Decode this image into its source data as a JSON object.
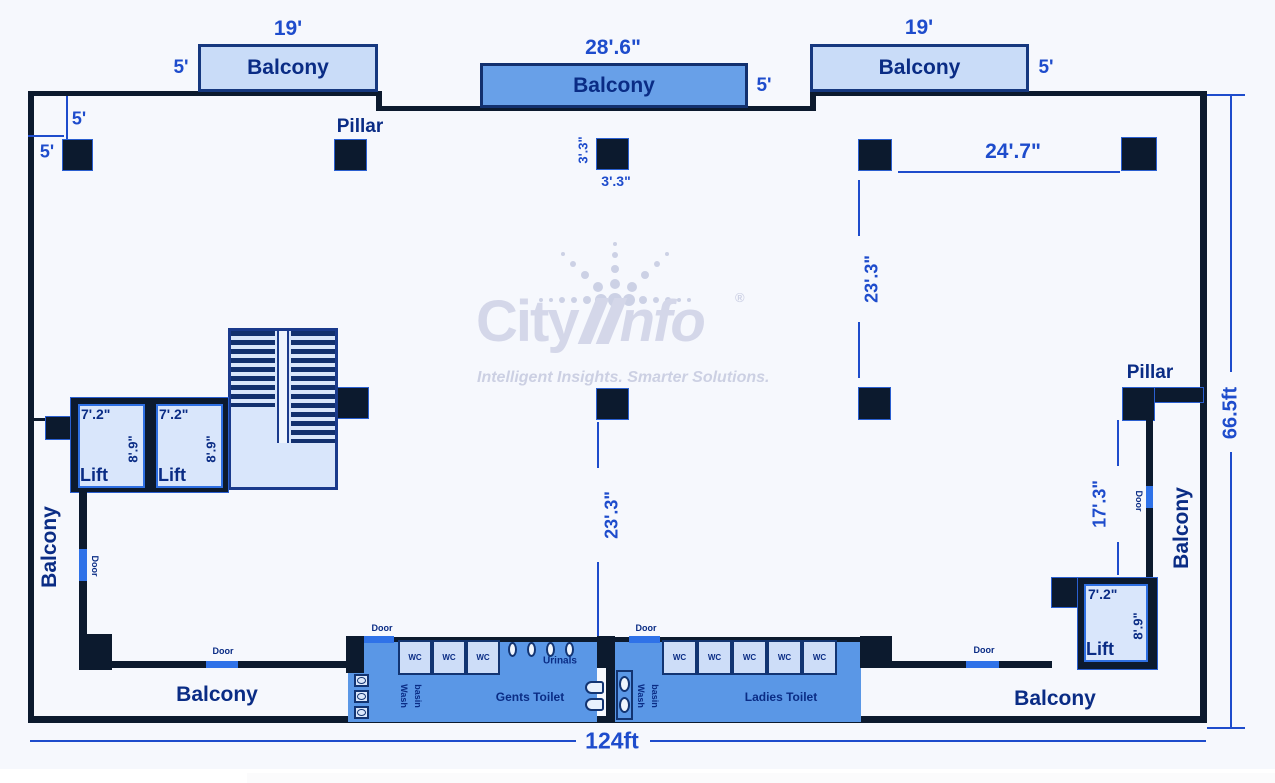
{
  "watermark": {
    "brand_part1": "City",
    "brand_part2": "nfo",
    "registered": "®",
    "tagline": "Intelligent Insights. Smarter Solutions."
  },
  "labels": {
    "balcony": "Balcony",
    "pillar": "Pillar",
    "lift": "Lift",
    "door": "Door",
    "wc": "WC",
    "urinals": "Urinals",
    "wash_line1": "Wash",
    "wash_line2": "basin",
    "gents_toilet": "Gents Toilet",
    "ladies_toilet": "Ladies Toilet"
  },
  "dimensions": {
    "bal_left_w": "19'",
    "bal_left_d": "5'",
    "bal_center_w": "28'.6\"",
    "bal_center_d": "5'",
    "bal_right_w": "19'",
    "bal_right_d": "5'",
    "corner_v": "5'",
    "corner_h": "5'",
    "pillar_size_v": "3'.3\"",
    "pillar_size_h": "3'.3\"",
    "span_top_right": "24'.7\"",
    "span_right": "23'.3\"",
    "span_center": "23'.3\"",
    "wall_right_inner": "17'.3\"",
    "lift_width": "7'.2\"",
    "lift_depth": "8'.9\"",
    "total_width": "124ft",
    "total_height": "66.5ft"
  },
  "colors": {
    "wall": "#0c1a2e",
    "balcony_light": "#c9dcf8",
    "balcony_dark": "#68a0e8",
    "room_fill": "#5a97e6",
    "stall_fill": "#cdddf8",
    "lift_fill": "#d9e6fb",
    "door_accent": "#2f72e8",
    "dimension_text": "#1e4ccc",
    "label_text": "#0a2c85",
    "watermark": "#d4d7e9"
  }
}
